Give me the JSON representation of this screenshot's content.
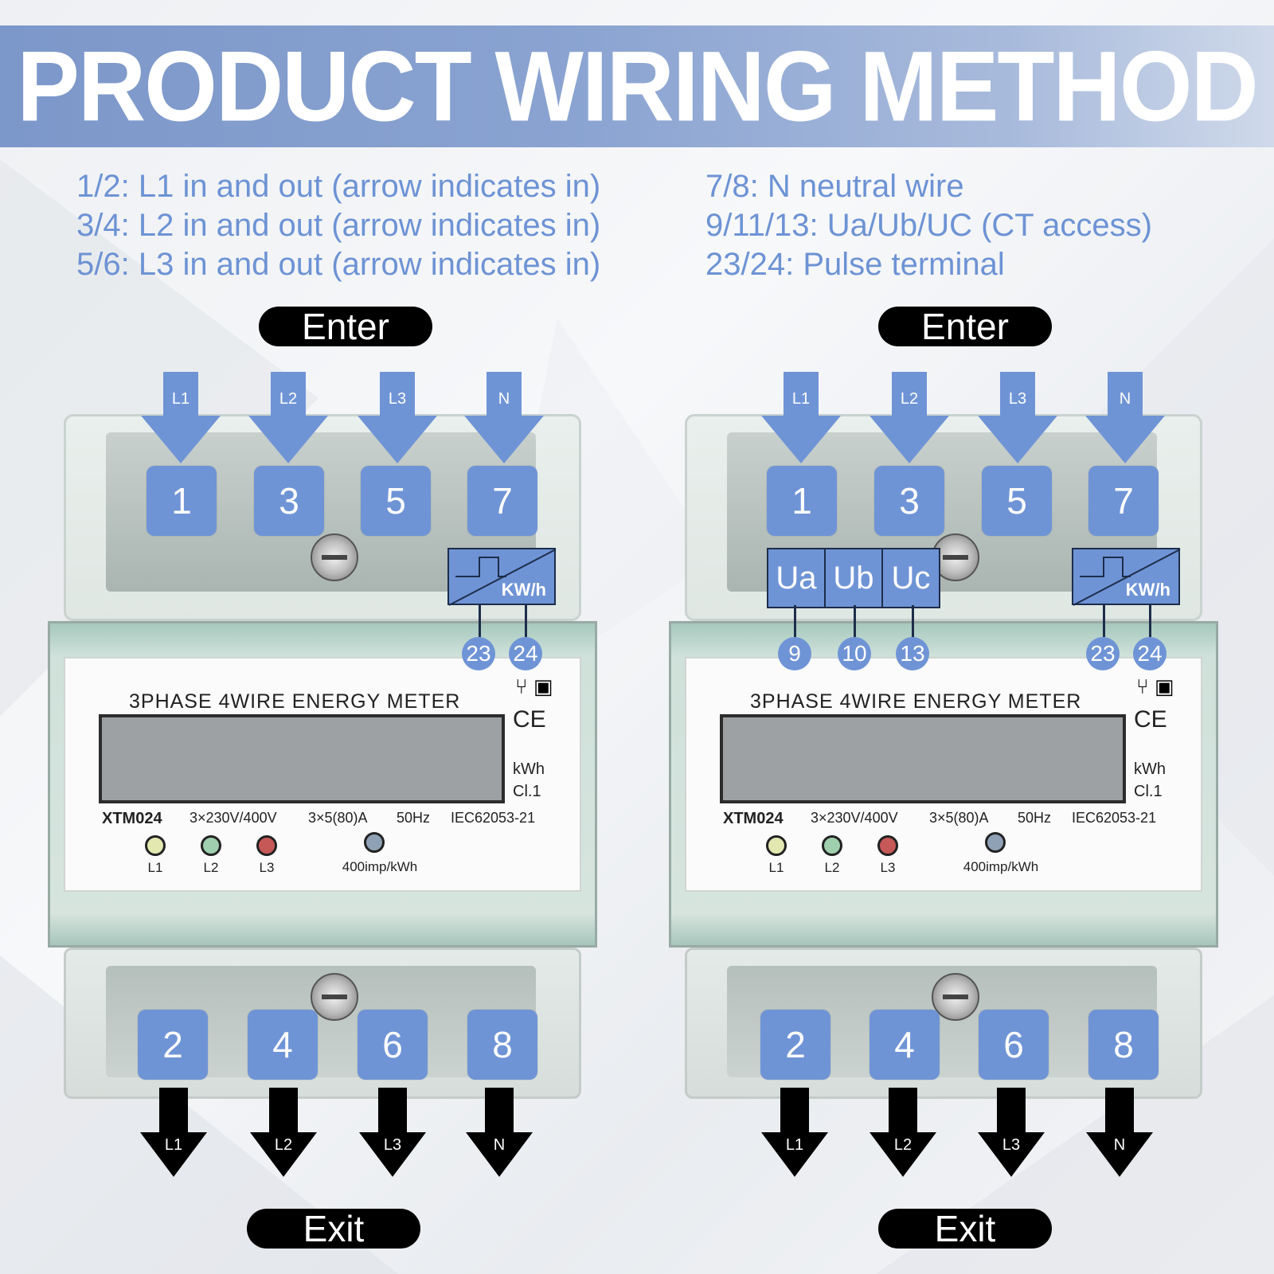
{
  "header": {
    "title": "PRODUCT WIRING METHOD"
  },
  "legend": {
    "left": [
      "1/2: L1 in and out (arrow indicates in)",
      "3/4: L2 in and out (arrow indicates in)",
      "5/6: L3 in and out (arrow indicates in)"
    ],
    "right": [
      "7/8: N neutral wire",
      "9/11/13: Ua/Ub/UC (CT access)",
      "23/24: Pulse terminal"
    ]
  },
  "labels": {
    "enter": "Enter",
    "exit": "Exit"
  },
  "lines": [
    "L1",
    "L2",
    "L3",
    "N"
  ],
  "top_terminals": [
    "1",
    "3",
    "5",
    "7"
  ],
  "bottom_terminals": [
    "2",
    "4",
    "6",
    "8"
  ],
  "pulse": {
    "unit": "KW/h",
    "terminals": [
      "23",
      "24"
    ]
  },
  "ct": {
    "labels": [
      "Ua",
      "Ub",
      "Uc"
    ],
    "terminals": [
      "9",
      "10",
      "13"
    ]
  },
  "meter": {
    "title": "3PHASE  4WIRE  ENERGY  METER",
    "model": "XTM024",
    "voltage": "3×230V/400V",
    "current": "3×5(80)A",
    "frequency": "50Hz",
    "standard": "IEC62053-21",
    "unit": "kWh",
    "class": "Cl.1",
    "ce": "CE",
    "led_labels": [
      "L1",
      "L2",
      "L3"
    ],
    "imp": "400imp/kWh"
  },
  "colors": {
    "accent": "#6f94d6",
    "banner": "#7c97c9",
    "legend_text": "#6d93d4"
  }
}
